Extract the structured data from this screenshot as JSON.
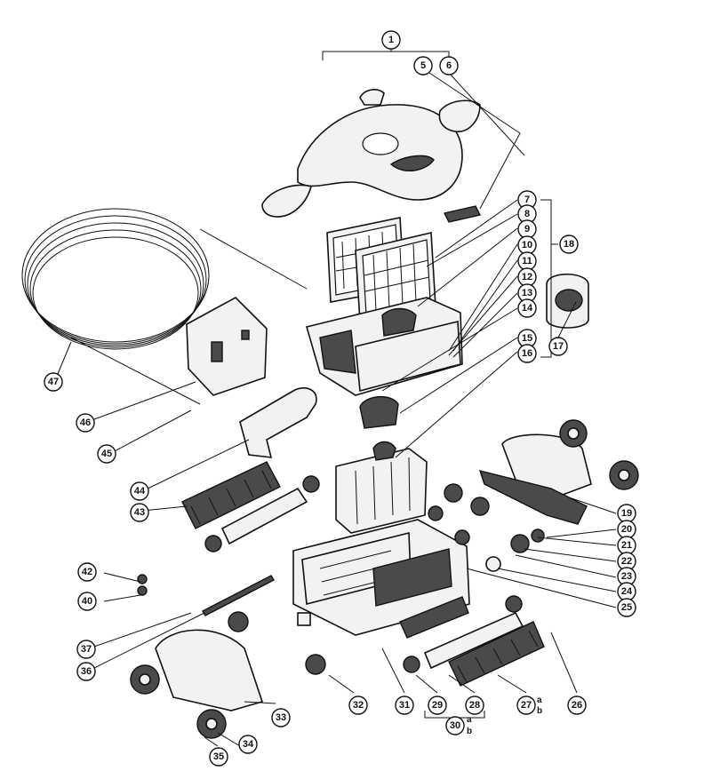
{
  "callouts": [
    {
      "id": "c1",
      "label": "1"
    },
    {
      "id": "c5",
      "label": "5"
    },
    {
      "id": "c6",
      "label": "6"
    },
    {
      "id": "c7",
      "label": "7"
    },
    {
      "id": "c8",
      "label": "8"
    },
    {
      "id": "c9",
      "label": "9"
    },
    {
      "id": "c10",
      "label": "10"
    },
    {
      "id": "c11",
      "label": "11"
    },
    {
      "id": "c12",
      "label": "12"
    },
    {
      "id": "c13",
      "label": "13"
    },
    {
      "id": "c14",
      "label": "14"
    },
    {
      "id": "c15",
      "label": "15"
    },
    {
      "id": "c16",
      "label": "16"
    },
    {
      "id": "c17",
      "label": "17"
    },
    {
      "id": "c18",
      "label": "18"
    },
    {
      "id": "c19",
      "label": "19"
    },
    {
      "id": "c20",
      "label": "20"
    },
    {
      "id": "c21",
      "label": "21"
    },
    {
      "id": "c22",
      "label": "22"
    },
    {
      "id": "c23",
      "label": "23"
    },
    {
      "id": "c24",
      "label": "24"
    },
    {
      "id": "c25",
      "label": "25"
    },
    {
      "id": "c26",
      "label": "26"
    },
    {
      "id": "c27",
      "label": "27"
    },
    {
      "id": "c28",
      "label": "28"
    },
    {
      "id": "c29",
      "label": "29"
    },
    {
      "id": "c30",
      "label": "30"
    },
    {
      "id": "c31",
      "label": "31"
    },
    {
      "id": "c32",
      "label": "32"
    },
    {
      "id": "c33",
      "label": "33"
    },
    {
      "id": "c34",
      "label": "34"
    },
    {
      "id": "c35",
      "label": "35"
    },
    {
      "id": "c36",
      "label": "36"
    },
    {
      "id": "c37",
      "label": "37"
    },
    {
      "id": "c40",
      "label": "40"
    },
    {
      "id": "c42",
      "label": "42"
    },
    {
      "id": "c43",
      "label": "43"
    },
    {
      "id": "c44",
      "label": "44"
    },
    {
      "id": "c45",
      "label": "45"
    },
    {
      "id": "c46",
      "label": "46"
    },
    {
      "id": "c47",
      "label": "47"
    }
  ],
  "variants": {
    "c27": {
      "a": "a",
      "b": "b"
    },
    "c30": {
      "a": "a",
      "b": "b"
    }
  }
}
